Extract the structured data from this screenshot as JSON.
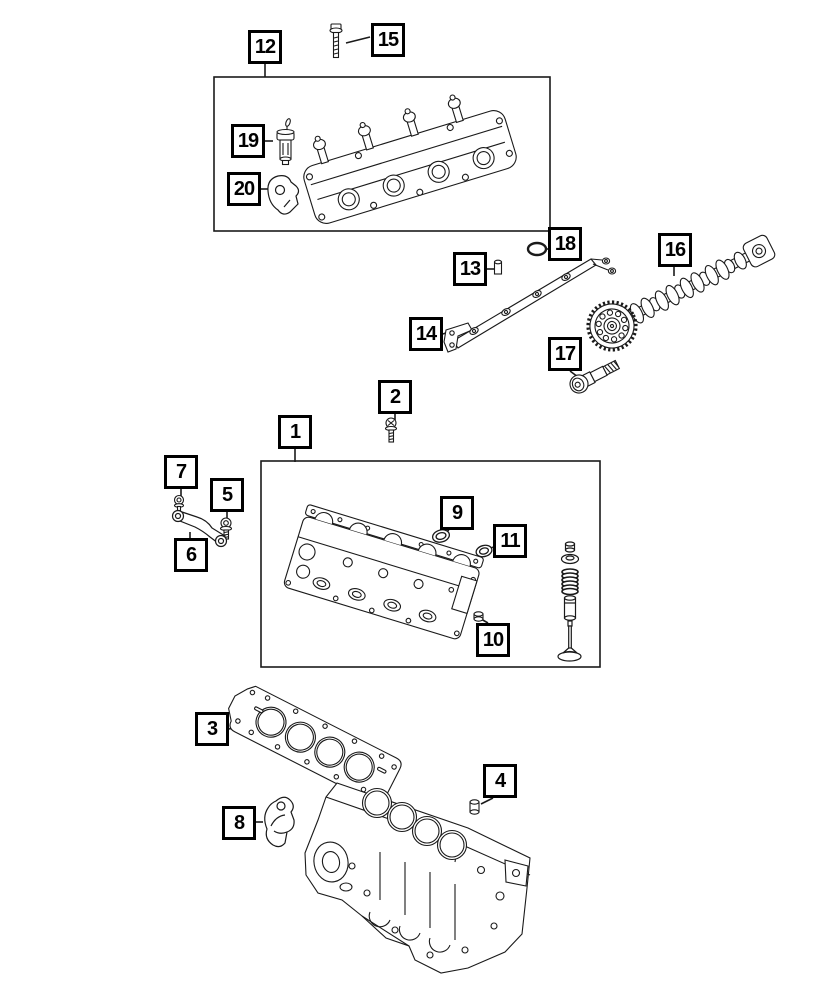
{
  "colors": {
    "background": "#ffffff",
    "line_art": "#1a1a1a",
    "callout_border": "#000000"
  },
  "callouts": [
    {
      "label": "1"
    },
    {
      "label": "2"
    },
    {
      "label": "3"
    },
    {
      "label": "4"
    },
    {
      "label": "5"
    },
    {
      "label": "6"
    },
    {
      "label": "7"
    },
    {
      "label": "8"
    },
    {
      "label": "9"
    },
    {
      "label": "10"
    },
    {
      "label": "11"
    },
    {
      "label": "12"
    },
    {
      "label": "13"
    },
    {
      "label": "14"
    },
    {
      "label": "15"
    },
    {
      "label": "16"
    },
    {
      "label": "17"
    },
    {
      "label": "18"
    },
    {
      "label": "19"
    },
    {
      "label": "20"
    }
  ]
}
